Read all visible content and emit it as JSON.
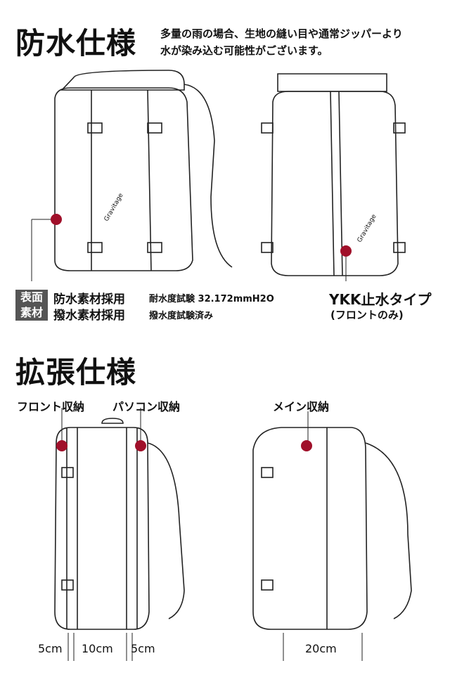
{
  "waterproof": {
    "title": "防水仕様",
    "note_line1": "多量の雨の場合、生地の縫い目や通常ジッパーより",
    "note_line2": "水が染み込む可能性がございます。",
    "badge_line1": "表面",
    "badge_line2": "素材",
    "spec1_main": "防水素材採用",
    "spec1_sub": "耐水度試験 32.172mmH2O",
    "spec2_main": "撥水素材採用",
    "spec2_sub": "撥水度試験済み",
    "zip_title": "YKK止水タイプ",
    "zip_sub": "(フロントのみ)",
    "brand": "Gravitage"
  },
  "expansion": {
    "title": "拡張仕様",
    "label_front": "フロント収納",
    "label_pc": "パソコン収納",
    "label_main": "メイン収納",
    "dim1": "5cm",
    "dim2": "10cm",
    "dim3": "5cm",
    "dim4": "20cm"
  },
  "colors": {
    "accent": "#a0102a"
  }
}
